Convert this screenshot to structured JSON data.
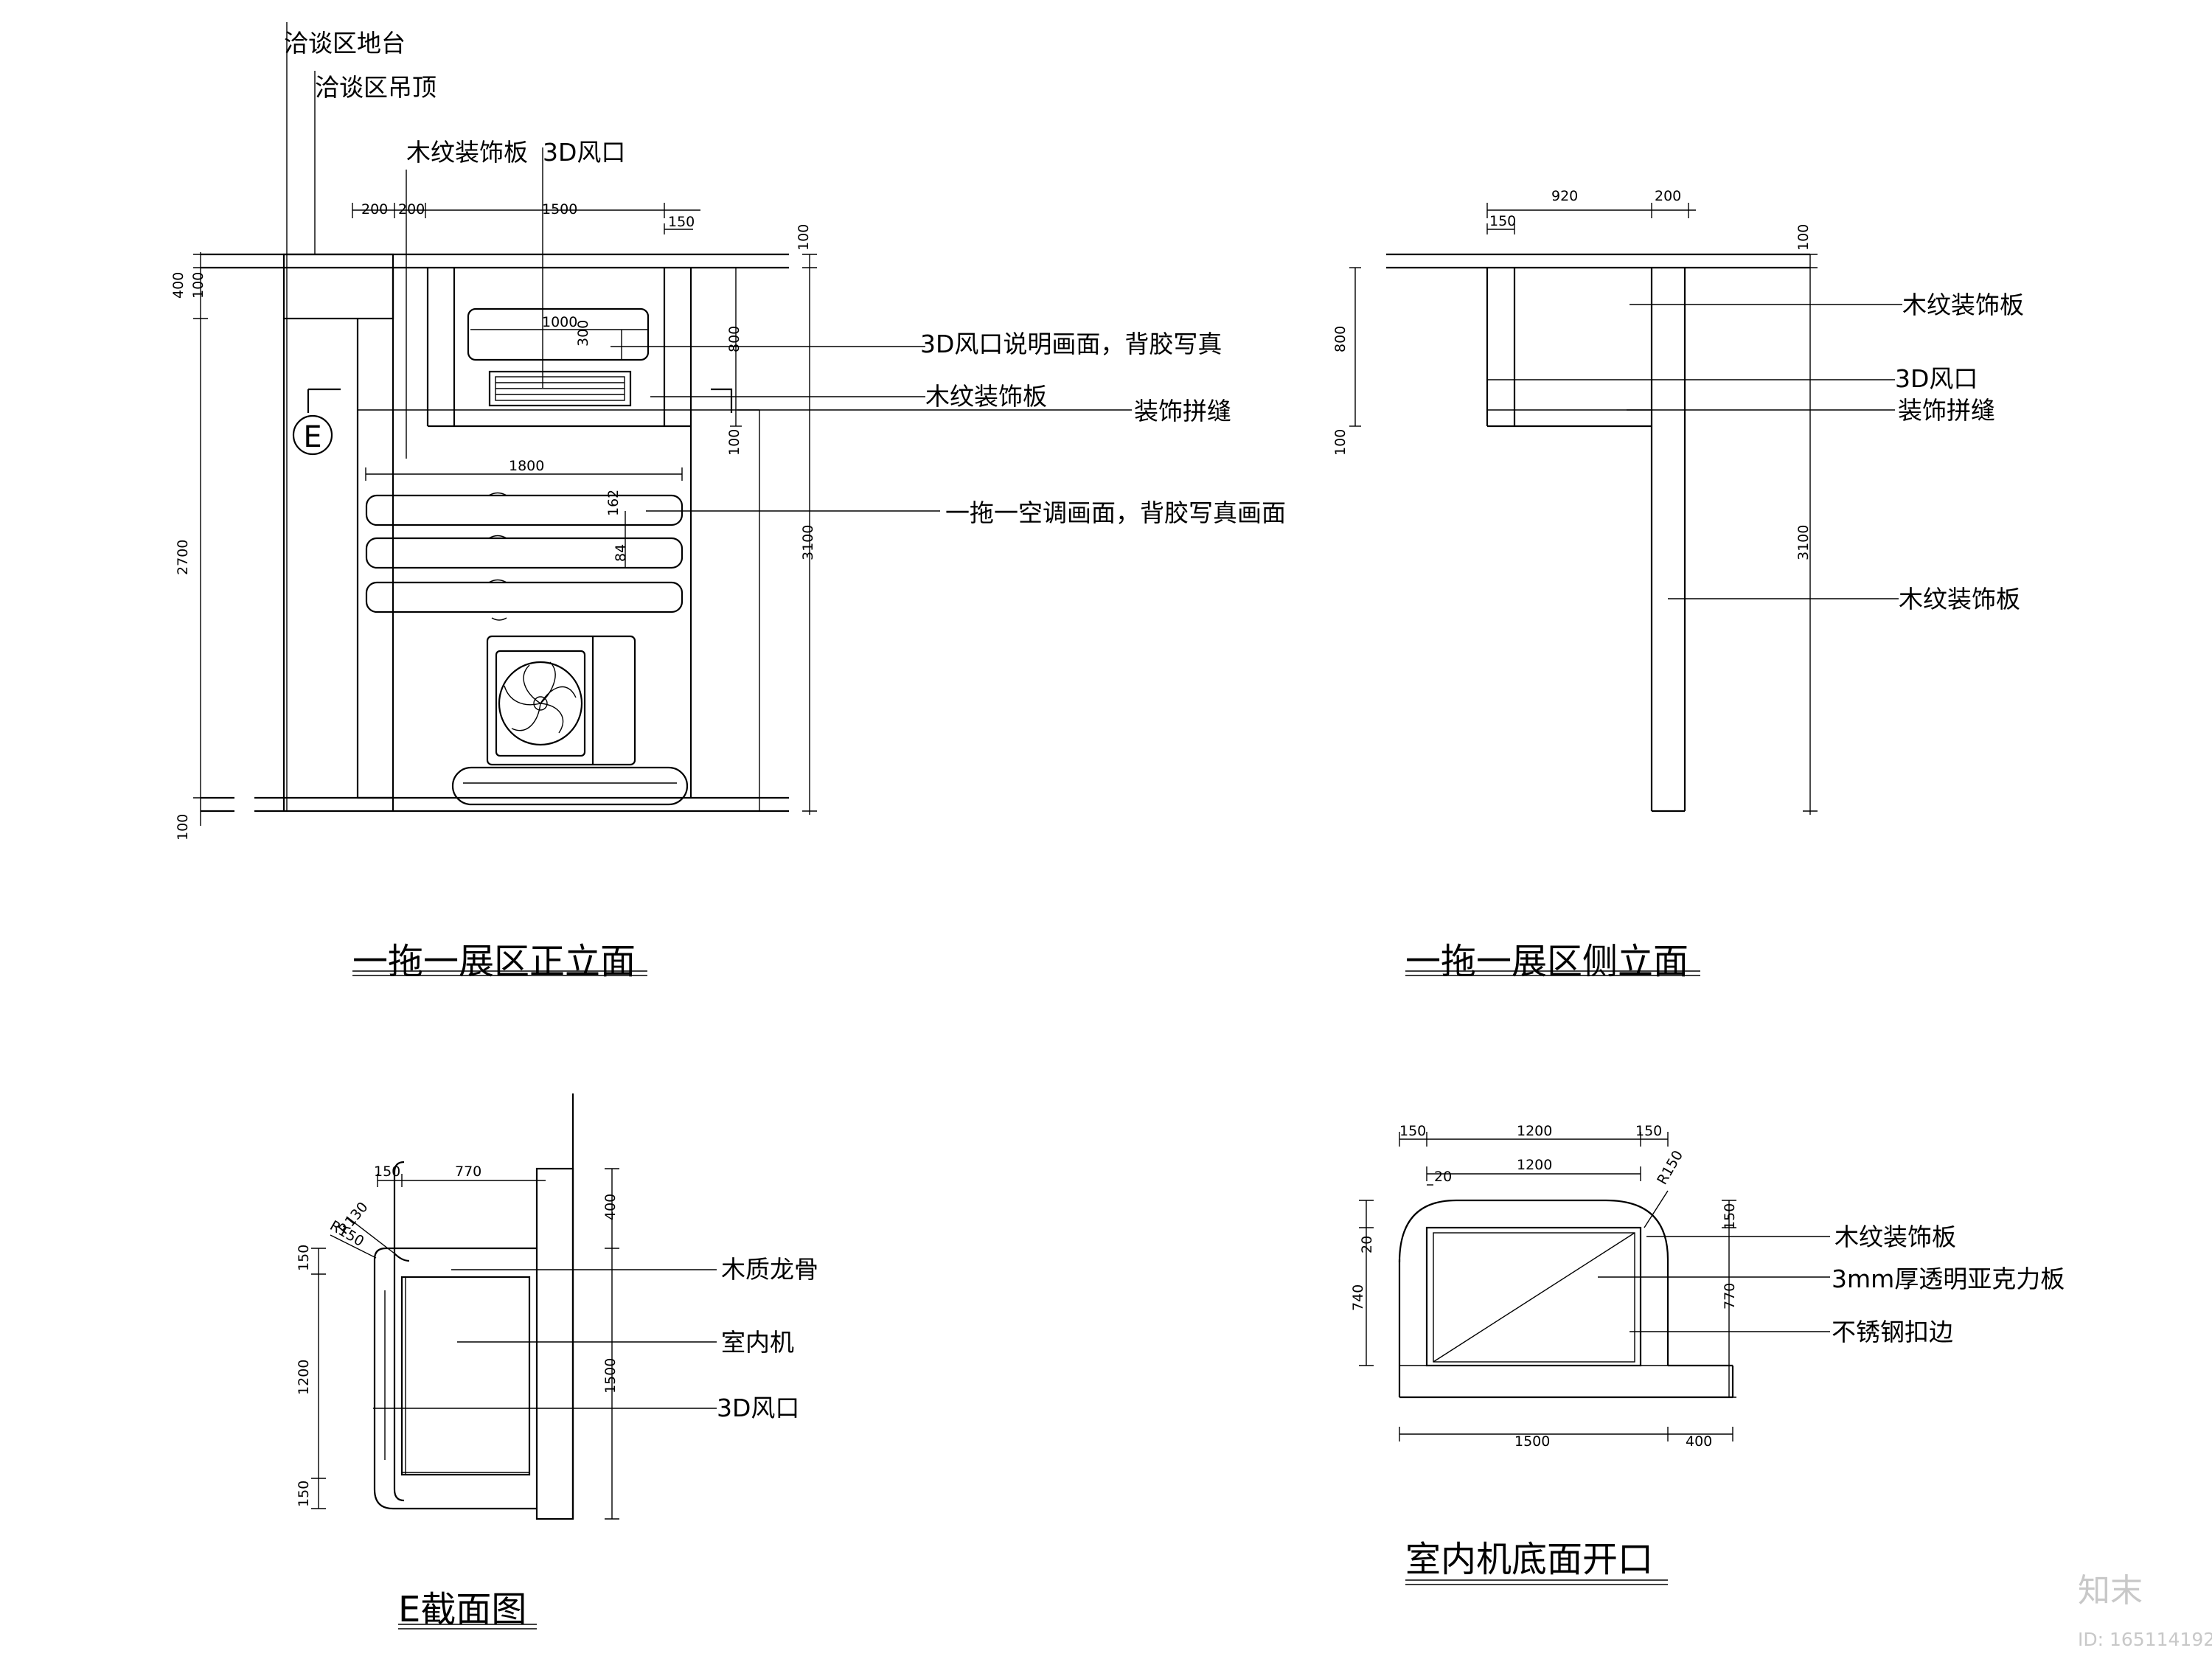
{
  "front": {
    "title": "一拖一展区正立面",
    "labels": {
      "hall_floor": "洽谈区地台",
      "hall_ceiling": "洽谈区吊顶",
      "wood_panel_top": "木纹装饰板",
      "vent_3d_top": "3D风口",
      "vent_desc": "3D风口说明画面，背胶写真",
      "wood_panel": "木纹装饰板",
      "seam": "装饰拼缝",
      "ac_graphic": "一拖一空调画面，背胶写真画面",
      "section_mark": "E"
    },
    "dims": {
      "d200a": "200",
      "d200b": "200",
      "d1500": "1500",
      "d150": "150",
      "d400": "400",
      "d100a": "100",
      "d2700": "2700",
      "d100b": "100",
      "d1000": "1000",
      "d300": "300",
      "d800": "800",
      "d100c": "100",
      "d100d": "100",
      "d3100": "3100",
      "d1800": "1800",
      "d162": "162",
      "d84": "84"
    }
  },
  "side": {
    "title": "一拖一展区侧立面",
    "labels": {
      "wood_panel_a": "木纹装饰板",
      "vent_3d": "3D风口",
      "seam": "装饰拼缝",
      "wood_panel_b": "木纹装饰板"
    },
    "dims": {
      "d920": "920",
      "d200": "200",
      "d150": "150",
      "d100a": "100",
      "d800": "800",
      "d100b": "100",
      "d3100": "3100"
    }
  },
  "section": {
    "title": "E截面图",
    "labels": {
      "wood_keel": "木质龙骨",
      "indoor_unit": "室内机",
      "vent_3d": "3D风口"
    },
    "dims": {
      "d150a": "150",
      "d770": "770",
      "r130": "R130",
      "r150": "R150",
      "d400": "400",
      "d150b": "150",
      "d1200": "1200",
      "d1500": "1500",
      "d150c": "150"
    }
  },
  "bottom": {
    "title": "室内机底面开口",
    "labels": {
      "wood_panel": "木纹装饰板",
      "acrylic": "3mm厚透明亚克力板",
      "steel_edge": "不锈钢扣边"
    },
    "dims": {
      "d150a": "150",
      "d1200a": "1200",
      "d150b": "150",
      "d20a": "20",
      "d1200b": "1200",
      "r150": "R150",
      "d20b": "20",
      "d740": "740",
      "d150c": "150",
      "d770": "770",
      "d1500": "1500",
      "d400": "400"
    }
  },
  "watermark": {
    "brand": "知末",
    "id": "ID: 165114192"
  }
}
